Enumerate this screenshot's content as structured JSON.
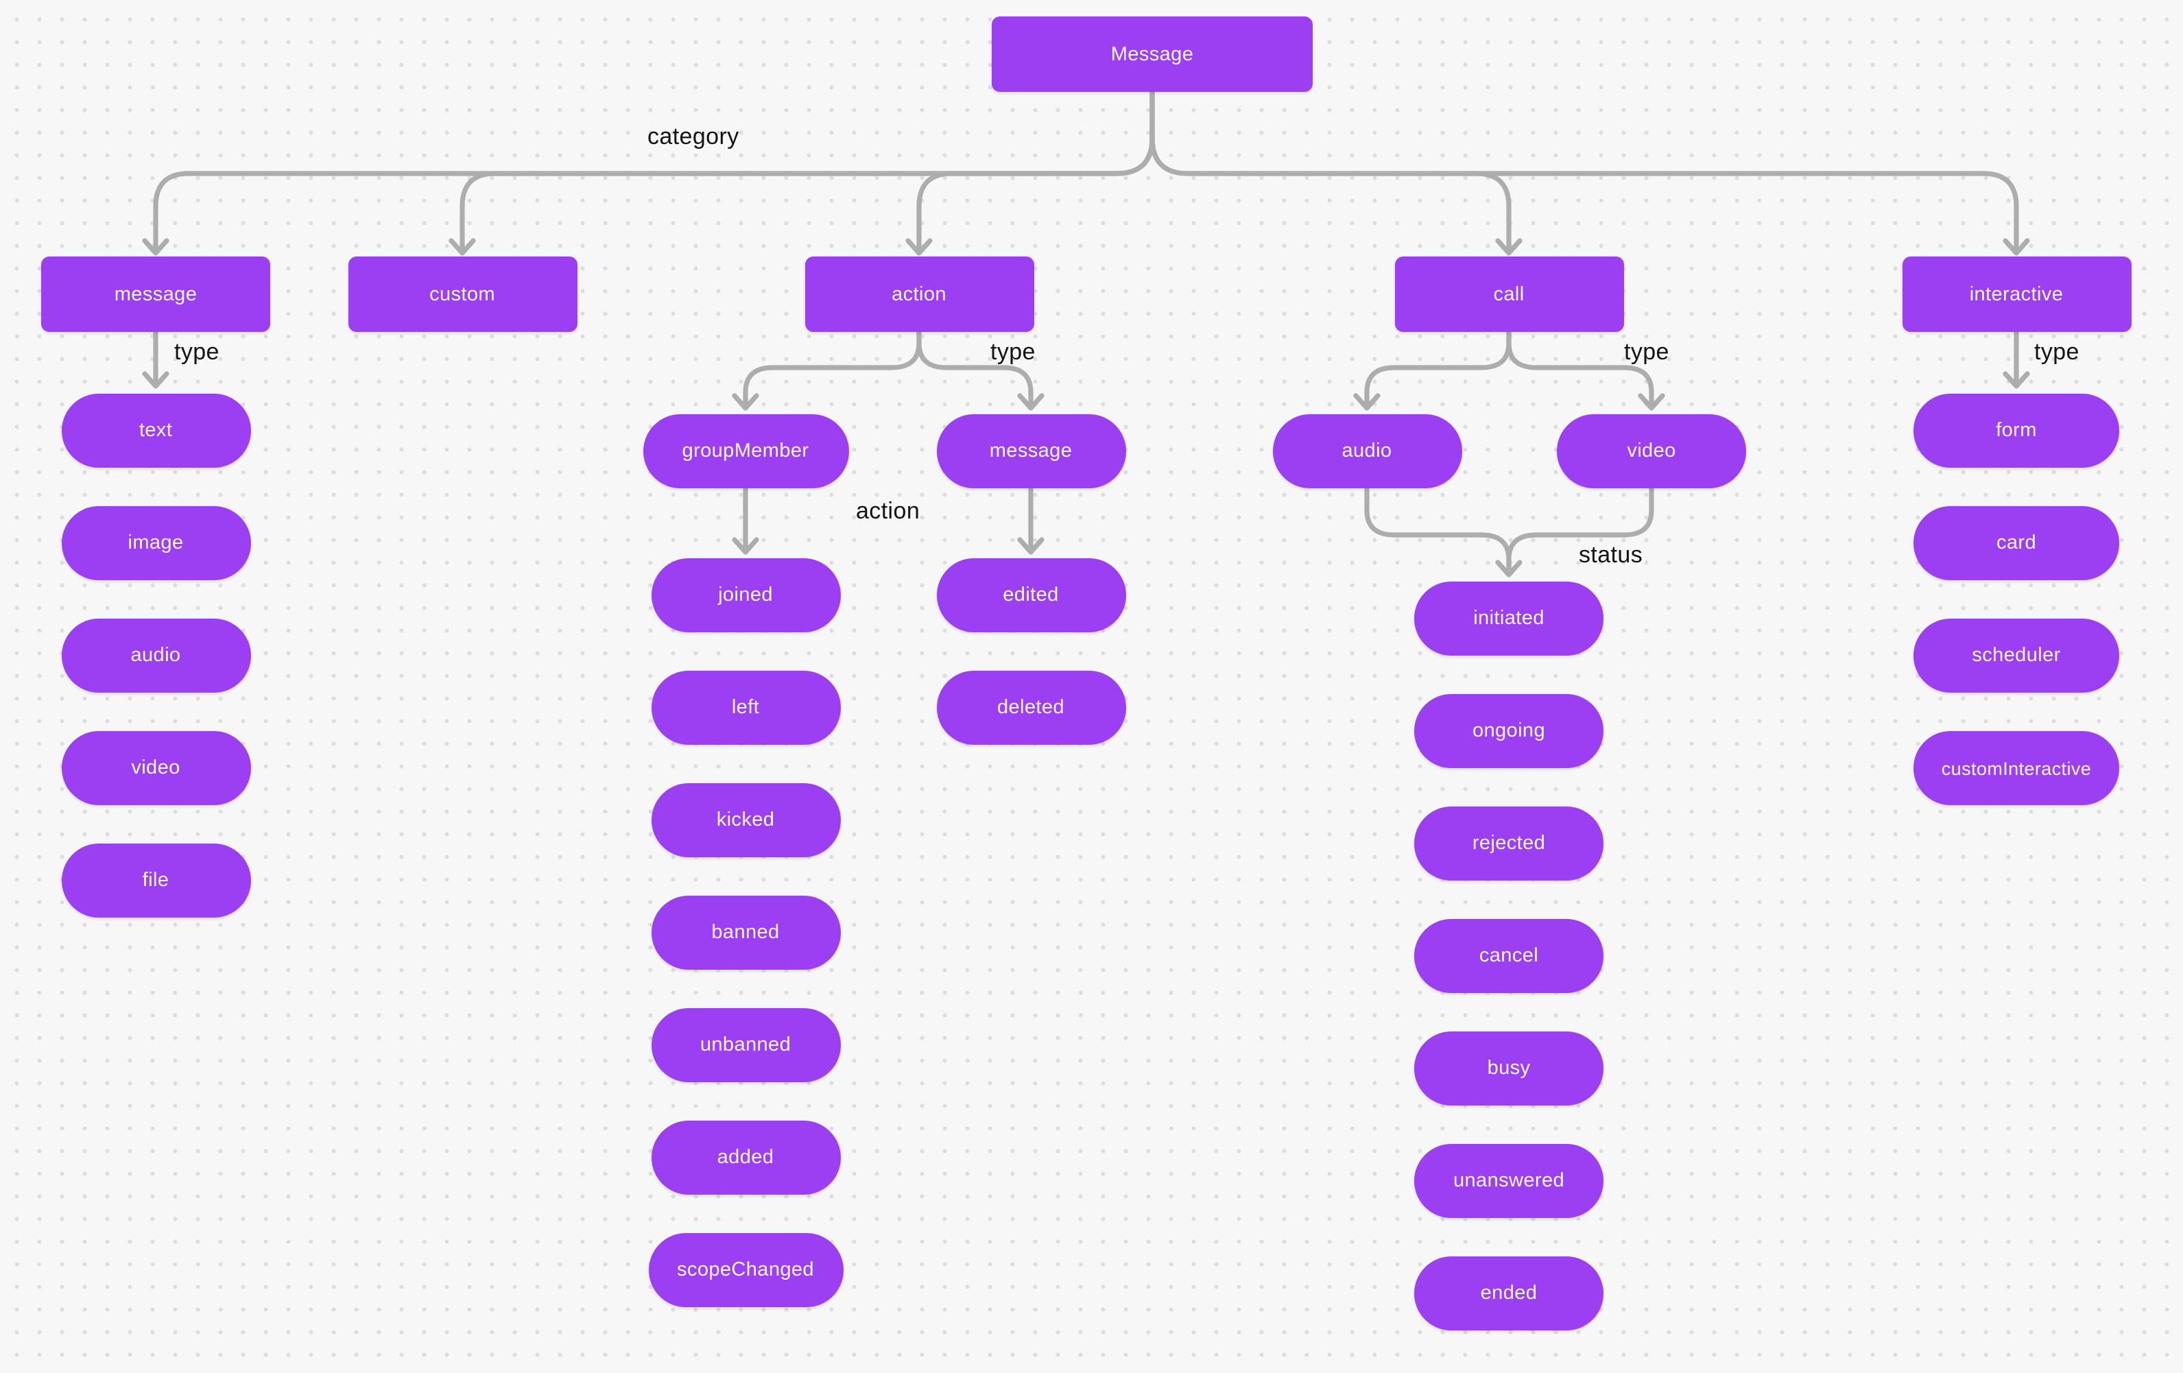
{
  "diagram": {
    "title_node": "Message",
    "accent_color": "#9c3ff2",
    "connector_color": "#adadad",
    "background_color": "#f7f7f8",
    "node_text_color": "#ffffff",
    "label_text_color": "#141414"
  },
  "labels": {
    "category": "category",
    "type": "type",
    "action": "action",
    "status": "status"
  },
  "tree": {
    "root": {
      "label": "Message"
    },
    "categories": [
      {
        "label": "message",
        "children": [
          "text",
          "image",
          "audio",
          "video",
          "file"
        ]
      },
      {
        "label": "custom"
      },
      {
        "label": "action",
        "types": [
          {
            "label": "groupMember",
            "children": [
              "joined",
              "left",
              "kicked",
              "banned",
              "unbanned",
              "added",
              "scopeChanged"
            ]
          },
          {
            "label": "message",
            "children": [
              "edited",
              "deleted"
            ]
          }
        ]
      },
      {
        "label": "call",
        "types": [
          {
            "label": "audio"
          },
          {
            "label": "video"
          }
        ],
        "statuses": [
          "initiated",
          "ongoing",
          "rejected",
          "cancel",
          "busy",
          "unanswered",
          "ended"
        ]
      },
      {
        "label": "interactive",
        "children": [
          "form",
          "card",
          "scheduler",
          "customInteractive"
        ]
      }
    ]
  }
}
